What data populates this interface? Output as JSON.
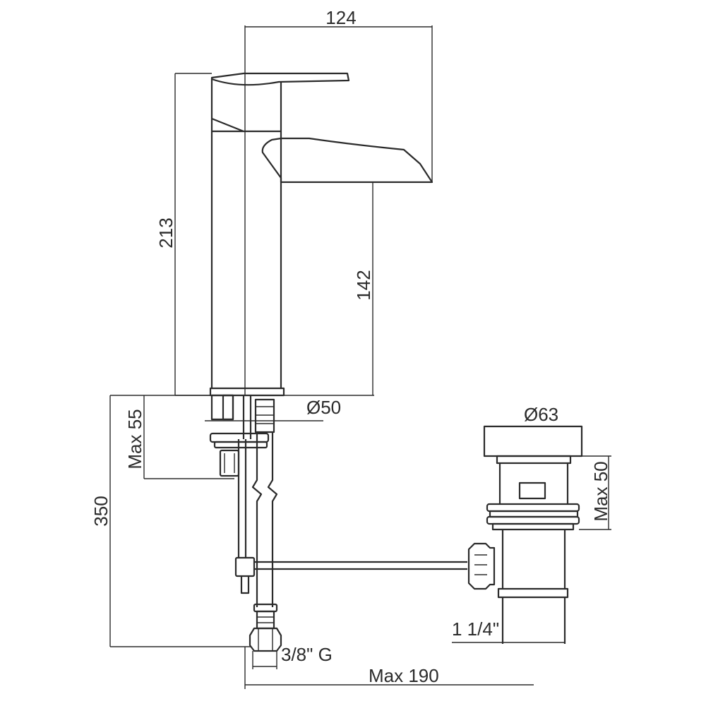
{
  "dimensions": {
    "spout_reach": "124",
    "total_height": "213",
    "spout_height": "142",
    "base_diameter": "Ø50",
    "max_deck_thickness": "Max 55",
    "hose_length": "350",
    "waste_diameter": "Ø63",
    "waste_max_thickness": "Max 50",
    "waste_thread": "1 1/4\"",
    "hose_thread": "3/8\" G",
    "max_rod_reach": "Max 190"
  }
}
